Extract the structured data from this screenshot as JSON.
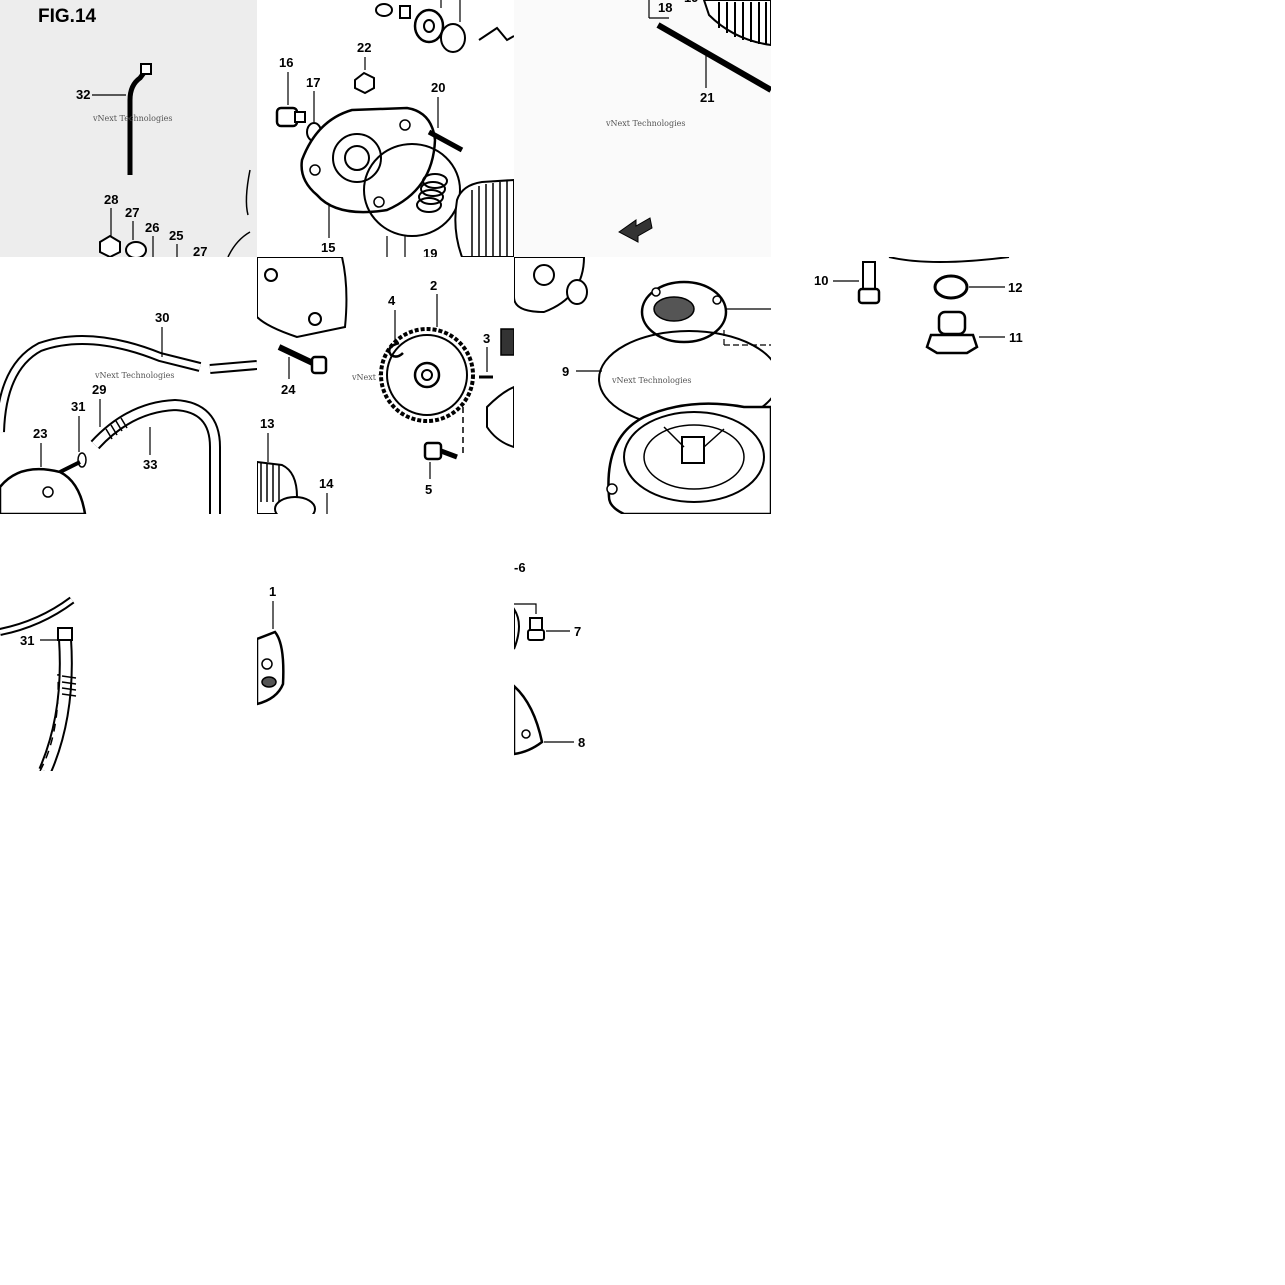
{
  "figure_title": "FIG.14",
  "watermark": "vNext Technologies",
  "callouts": {
    "c1": "1",
    "c2": "2",
    "c3": "3",
    "c4": "4",
    "c5": "5",
    "c6": "-6",
    "c7": "7",
    "c8": "8",
    "c9": "9",
    "c10": "10",
    "c11": "11",
    "c12": "12",
    "c13": "13",
    "c14": "14",
    "c15": "15",
    "c16": "16",
    "c17": "17",
    "c18": "18",
    "c19": "19",
    "c20": "20",
    "c21": "21",
    "c22": "22",
    "c23": "23",
    "c24": "24",
    "c25": "25",
    "c26": "26",
    "c27": "27",
    "c27b": "27",
    "c28": "28",
    "c29": "29",
    "c30": "30",
    "c31": "31",
    "c31b": "31",
    "c32": "32",
    "c33": "33"
  }
}
